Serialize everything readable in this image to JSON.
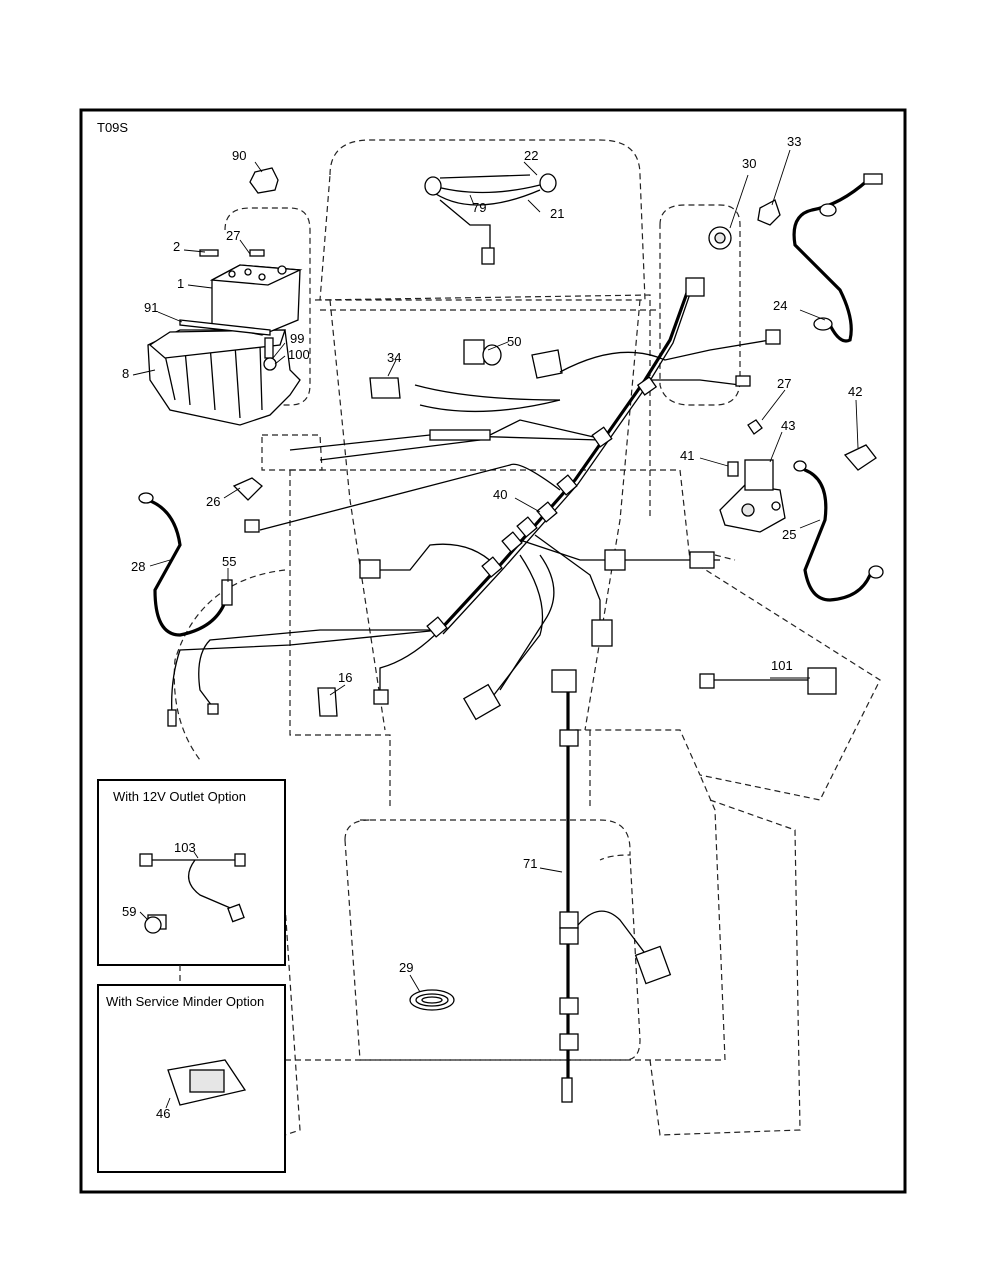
{
  "diagram_id": "T09S",
  "callouts": {
    "c1": "1",
    "c2": "2",
    "c8": "8",
    "c16": "16",
    "c21": "21",
    "c22": "22",
    "c24": "24",
    "c25": "25",
    "c26": "26",
    "c27a": "27",
    "c27b": "27",
    "c28": "28",
    "c29": "29",
    "c30": "30",
    "c33": "33",
    "c34": "34",
    "c40": "40",
    "c41": "41",
    "c42": "42",
    "c43": "43",
    "c46": "46",
    "c50": "50",
    "c55": "55",
    "c59": "59",
    "c71": "71",
    "c79": "79",
    "c90": "90",
    "c91": "91",
    "c99": "99",
    "c100": "100",
    "c101": "101",
    "c103": "103"
  },
  "insets": {
    "outlet_title": "With 12V Outlet Option",
    "minder_title": "With Service Minder Option"
  }
}
